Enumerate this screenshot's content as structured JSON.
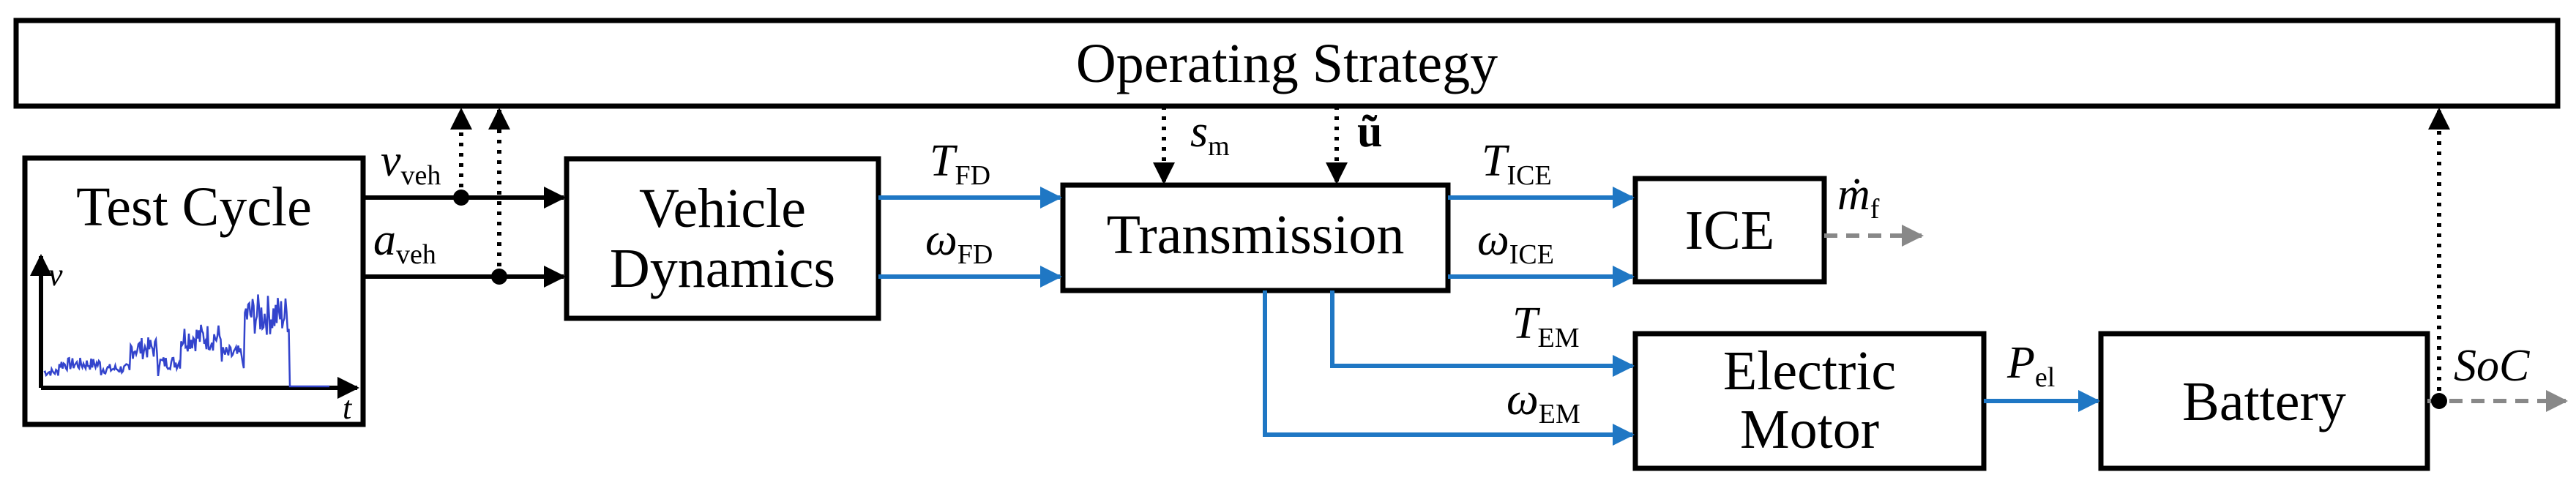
{
  "blocks": {
    "operating_strategy": "Operating Strategy",
    "test_cycle": "Test Cycle",
    "vehicle_dynamics_line1": "Vehicle",
    "vehicle_dynamics_line2": "Dynamics",
    "transmission": "Transmission",
    "ice": "ICE",
    "electric_motor_line1": "Electric",
    "electric_motor_line2": "Motor",
    "battery": "Battery"
  },
  "signals": {
    "v_veh": {
      "main": "v",
      "sub": "veh"
    },
    "a_veh": {
      "main": "a",
      "sub": "veh"
    },
    "T_FD": {
      "main": "T",
      "sub": "FD"
    },
    "w_FD": {
      "main": "ω",
      "sub": "FD"
    },
    "s_m": {
      "main": "s",
      "sub": "m"
    },
    "u_tilde": {
      "main": "ũ"
    },
    "T_ICE": {
      "main": "T",
      "sub": "ICE"
    },
    "w_ICE": {
      "main": "ω",
      "sub": "ICE"
    },
    "m_f": {
      "main": "ṁ",
      "sub": "f"
    },
    "T_EM": {
      "main": "T",
      "sub": "EM"
    },
    "w_EM": {
      "main": "ω",
      "sub": "EM"
    },
    "P_el": {
      "main": "P",
      "sub": "el"
    },
    "SoC": {
      "main": "SoC"
    }
  },
  "test_cycle_axes": {
    "y_label": "v",
    "x_label": "t"
  },
  "colors": {
    "energy_flow": "#1f77c4",
    "signal_flow": "#000000",
    "output_flow": "#888888",
    "trace": "#3344cc"
  }
}
